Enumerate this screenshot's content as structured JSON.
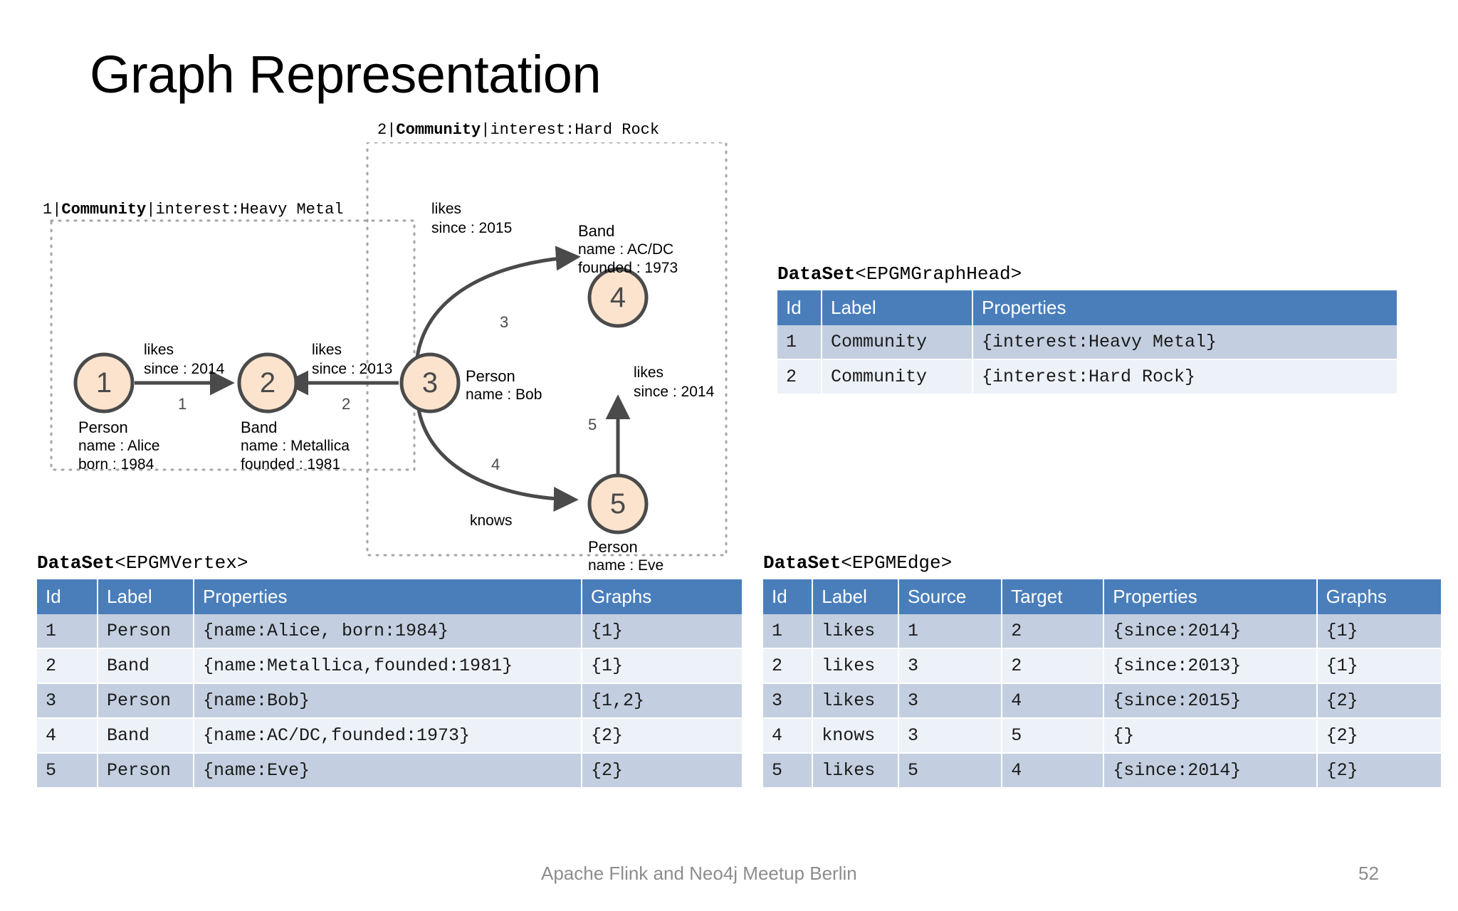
{
  "slide": {
    "title": "Graph Representation",
    "footer_text": "Apache Flink and Neo4j Meetup Berlin",
    "page_number": "52"
  },
  "colors": {
    "table_header_bg": "#4a7ebb",
    "table_row_odd_bg": "#c3cfe0",
    "table_row_even_bg": "#edf1f8",
    "node_fill": "#fbe3cd",
    "node_stroke": "#4a4a4a",
    "edge_stroke": "#4a4a4a",
    "dotted_border": "#a6a6a6",
    "footer_gray": "#8d8d8d"
  },
  "graph": {
    "boxes": [
      {
        "id": "1",
        "prefix": "1",
        "label": "Community",
        "properties": "interest:Heavy Metal"
      },
      {
        "id": "2",
        "prefix": "2",
        "label": "Community",
        "properties": "interest:Hard Rock"
      }
    ],
    "nodes": [
      {
        "id": "1",
        "type": "Person",
        "prop1": "name : Alice",
        "prop2": "born : 1984"
      },
      {
        "id": "2",
        "type": "Band",
        "prop1": "name : Metallica",
        "prop2": "founded : 1981"
      },
      {
        "id": "3",
        "type": "Person",
        "prop1": "name : Bob",
        "prop2": ""
      },
      {
        "id": "4",
        "type": "Band",
        "prop1": "name : AC/DC",
        "prop2": "founded : 1973"
      },
      {
        "id": "5",
        "type": "Person",
        "prop1": "name : Eve",
        "prop2": ""
      }
    ],
    "edges": [
      {
        "id": "1",
        "label": "likes",
        "prop": "since : 2014",
        "source": "1",
        "target": "2"
      },
      {
        "id": "2",
        "label": "likes",
        "prop": "since : 2013",
        "source": "3",
        "target": "2"
      },
      {
        "id": "3",
        "label": "likes",
        "prop": "since : 2015",
        "source": "3",
        "target": "4"
      },
      {
        "id": "4",
        "label": "knows",
        "prop": "",
        "source": "3",
        "target": "5"
      },
      {
        "id": "5",
        "label": "likes",
        "prop": "since : 2014",
        "source": "5",
        "target": "4"
      }
    ]
  },
  "tables": {
    "graphhead": {
      "caption_bold": "DataSet",
      "caption_rest": "<EPGMGraphHead>",
      "columns": [
        "Id",
        "Label",
        "Properties"
      ],
      "rows": [
        [
          "1",
          "Community",
          "{interest:Heavy Metal}"
        ],
        [
          "2",
          "Community",
          "{interest:Hard Rock}"
        ]
      ]
    },
    "vertex": {
      "caption_bold": "DataSet",
      "caption_rest": "<EPGMVertex>",
      "columns": [
        "Id",
        "Label",
        "Properties",
        "Graphs"
      ],
      "rows": [
        [
          "1",
          "Person",
          "{name:Alice, born:1984}",
          "{1}"
        ],
        [
          "2",
          "Band",
          "{name:Metallica,founded:1981}",
          "{1}"
        ],
        [
          "3",
          "Person",
          "{name:Bob}",
          "{1,2}"
        ],
        [
          "4",
          "Band",
          "{name:AC/DC,founded:1973}",
          "{2}"
        ],
        [
          "5",
          "Person",
          "{name:Eve}",
          "{2}"
        ]
      ]
    },
    "edge": {
      "caption_bold": "DataSet",
      "caption_rest": "<EPGMEdge>",
      "columns": [
        "Id",
        "Label",
        "Source",
        "Target",
        "Properties",
        "Graphs"
      ],
      "rows": [
        [
          "1",
          "likes",
          "1",
          "2",
          "{since:2014}",
          "{1}"
        ],
        [
          "2",
          "likes",
          "3",
          "2",
          "{since:2013}",
          "{1}"
        ],
        [
          "3",
          "likes",
          "3",
          "4",
          "{since:2015}",
          "{2}"
        ],
        [
          "4",
          "knows",
          "3",
          "5",
          "{}",
          "{2}"
        ],
        [
          "5",
          "likes",
          "5",
          "4",
          "{since:2014}",
          "{2}"
        ]
      ]
    }
  }
}
